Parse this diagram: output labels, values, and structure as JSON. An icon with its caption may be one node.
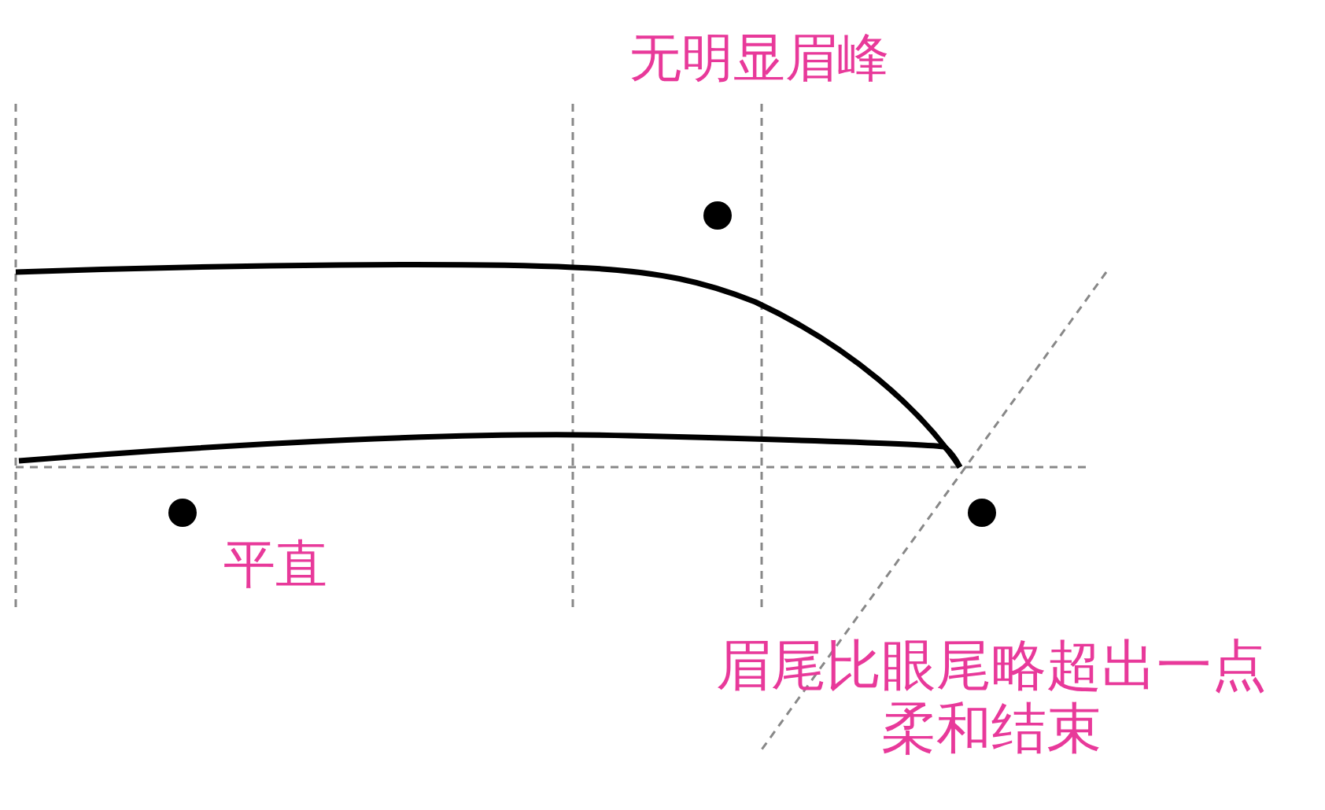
{
  "diagram": {
    "labels": [
      "无明显眉峰",
      "平直",
      "眉尾比眼尾略超出一点柔和结束"
    ]
  }
}
